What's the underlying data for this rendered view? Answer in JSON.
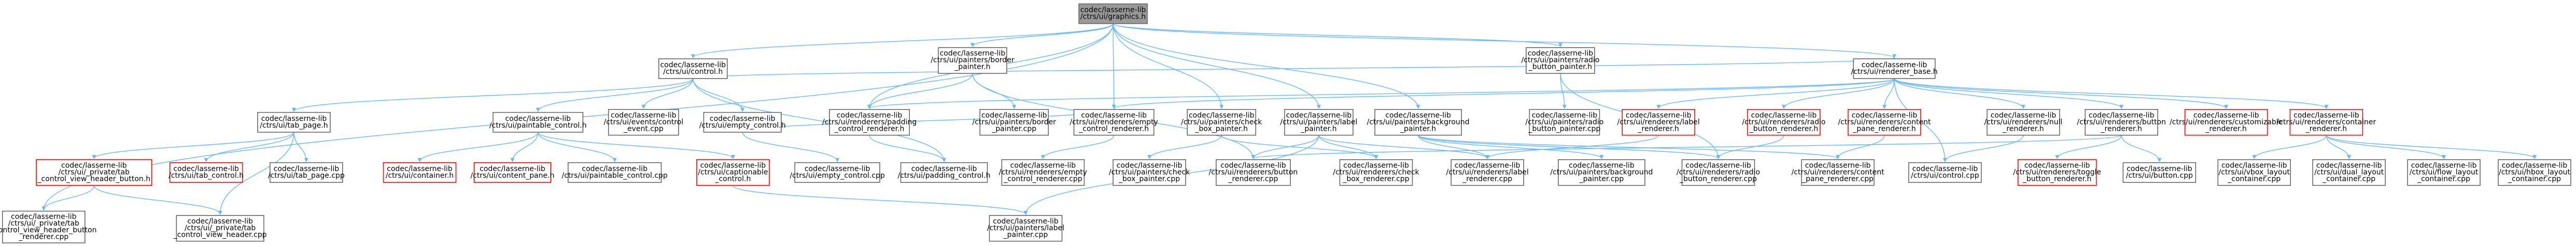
{
  "colors": {
    "background": "#ffffff",
    "root_fill": "#999999",
    "root_border": "#666666",
    "node_fill": "#ffffff",
    "node_border": "#666666",
    "missing_border": "#ff0000",
    "edge": "#63b8ff",
    "text": "#000000"
  },
  "nodes": {
    "root": {
      "lines": [
        "codec/lasserne-lib",
        "/ctrs/ui/graphics.h"
      ],
      "kind": "root"
    },
    "control_h": {
      "lines": [
        "codec/lasserne-lib",
        "/ctrs/ui/control.h"
      ],
      "kind": "normal"
    },
    "border_painter_h": {
      "lines": [
        "codec/lasserne-lib",
        "/ctrs/ui/painters/border",
        "_painter.h"
      ],
      "kind": "normal"
    },
    "radio_button_painter_h": {
      "lines": [
        "codec/lasserne-lib",
        "/ctrs/ui/painters/radio",
        "_button_painter.h"
      ],
      "kind": "normal"
    },
    "renderer_base_h": {
      "lines": [
        "codec/lasserne-lib",
        "/ctrs/ui/renderer_base.h"
      ],
      "kind": "normal"
    },
    "tab_page_h": {
      "lines": [
        "codec/lasserne-lib",
        "/ctrs/ui/tab_page.h"
      ],
      "kind": "normal"
    },
    "paintable_control_h": {
      "lines": [
        "codec/lasserne-lib",
        "/ctrs/ui/paintable_control.h"
      ],
      "kind": "normal"
    },
    "events_control_event_cpp": {
      "lines": [
        "codec/lasserne-lib",
        "/ctrs/ui/events/control",
        "_event.cpp"
      ],
      "kind": "normal"
    },
    "empty_control_h": {
      "lines": [
        "codec/lasserne-lib",
        "/ctrs/ui/empty_control.h"
      ],
      "kind": "normal"
    },
    "renderers_padding_control_renderer_h": {
      "lines": [
        "codec/lasserne-lib",
        "/ctrs/ui/renderers/padding",
        "_control_renderer.h"
      ],
      "kind": "normal"
    },
    "painters_border_painter_cpp": {
      "lines": [
        "codec/lasserne-lib",
        "/ctrs/ui/painters/border",
        "_painter.cpp"
      ],
      "kind": "normal"
    },
    "renderers_empty_control_renderer_h": {
      "lines": [
        "codec/lasserne-lib",
        "/ctrs/ui/renderers/empty",
        "_control_renderer.h"
      ],
      "kind": "normal"
    },
    "painters_check_box_painter_h": {
      "lines": [
        "codec/lasserne-lib",
        "/ctrs/ui/painters/check",
        "_box_painter.h"
      ],
      "kind": "normal"
    },
    "painters_label_painter_h": {
      "lines": [
        "codec/lasserne-lib",
        "/ctrs/ui/painters/label",
        "_painter.h"
      ],
      "kind": "normal"
    },
    "painters_background_painter_h": {
      "lines": [
        "codec/lasserne-lib",
        "/ctrs/ui/painters/background",
        "_painter.h"
      ],
      "kind": "normal"
    },
    "painters_radio_button_painter_cpp": {
      "lines": [
        "codec/lasserne-lib",
        "/ctrs/ui/painters/radio",
        "_button_painter.cpp"
      ],
      "kind": "normal"
    },
    "renderers_label_renderer_h": {
      "lines": [
        "codec/lasserne-lib",
        "/ctrs/ui/renderers/label",
        "_renderer.h"
      ],
      "kind": "missing"
    },
    "renderers_radio_button_renderer_h": {
      "lines": [
        "codec/lasserne-lib",
        "/ctrs/ui/renderers/radio",
        "_button_renderer.h"
      ],
      "kind": "missing"
    },
    "renderers_content_pane_renderer_h": {
      "lines": [
        "codec/lasserne-lib",
        "/ctrs/ui/renderers/content",
        "_pane_renderer.h"
      ],
      "kind": "missing"
    },
    "renderers_null_renderer_h": {
      "lines": [
        "codec/lasserne-lib",
        "/ctrs/ui/renderers/null",
        "_renderer.h"
      ],
      "kind": "normal"
    },
    "renderers_button_renderer_h": {
      "lines": [
        "codec/lasserne-lib",
        "/ctrs/ui/renderers/button",
        "_renderer.h"
      ],
      "kind": "normal"
    },
    "renderers_customizable_renderer_h": {
      "lines": [
        "codec/lasserne-lib",
        "/ctrs/ui/renderers/customizable",
        "_renderer.h"
      ],
      "kind": "missing"
    },
    "renderers_container_renderer_h": {
      "lines": [
        "codec/lasserne-lib",
        "/ctrs/ui/renderers/container",
        "_renderer.h"
      ],
      "kind": "missing"
    },
    "private_tab_control_view_header_button_h": {
      "lines": [
        "codec/lasserne-lib",
        "/ctrs/ui/_private/tab",
        "_control_view_header_button.h"
      ],
      "kind": "missing"
    },
    "tab_control_h": {
      "lines": [
        "codec/lasserne-lib",
        "/ctrs/ui/tab_control.h"
      ],
      "kind": "missing"
    },
    "tab_page_cpp": {
      "lines": [
        "codec/lasserne-lib",
        "/ctrs/ui/tab_page.cpp"
      ],
      "kind": "normal"
    },
    "container_h": {
      "lines": [
        "codec/lasserne-lib",
        "/ctrs/ui/container.h"
      ],
      "kind": "missing"
    },
    "content_pane_h": {
      "lines": [
        "codec/lasserne-lib",
        "/ctrs/ui/content_pane.h"
      ],
      "kind": "missing"
    },
    "paintable_control_cpp": {
      "lines": [
        "codec/lasserne-lib",
        "/ctrs/ui/paintable_control.cpp"
      ],
      "kind": "normal"
    },
    "captionable_control_h": {
      "lines": [
        "codec/lasserne-lib",
        "/ctrs/ui/captionable",
        "_control.h"
      ],
      "kind": "missing"
    },
    "empty_control_cpp": {
      "lines": [
        "codec/lasserne-lib",
        "/ctrs/ui/empty_control.cpp"
      ],
      "kind": "normal"
    },
    "padding_control_h": {
      "lines": [
        "codec/lasserne-lib",
        "/ctrs/ui/padding_control.h"
      ],
      "kind": "normal"
    },
    "renderers_empty_control_renderer_cpp": {
      "lines": [
        "codec/lasserne-lib",
        "/ctrs/ui/renderers/empty",
        "_control_renderer.cpp"
      ],
      "kind": "normal"
    },
    "painters_check_box_painter_cpp": {
      "lines": [
        "codec/lasserne-lib",
        "/ctrs/ui/painters/check",
        "_box_painter.cpp"
      ],
      "kind": "normal"
    },
    "renderers_button_renderer_cpp": {
      "lines": [
        "codec/lasserne-lib",
        "/ctrs/ui/renderers/button",
        "_renderer.cpp"
      ],
      "kind": "normal"
    },
    "renderers_check_box_renderer_cpp": {
      "lines": [
        "codec/lasserne-lib",
        "/ctrs/ui/renderers/check",
        "_box_renderer.cpp"
      ],
      "kind": "normal"
    },
    "renderers_label_renderer_cpp": {
      "lines": [
        "codec/lasserne-lib",
        "/ctrs/ui/renderers/label",
        "_renderer.cpp"
      ],
      "kind": "normal"
    },
    "painters_background_painter_cpp": {
      "lines": [
        "codec/lasserne-lib",
        "/ctrs/ui/painters/background",
        "_painter.cpp"
      ],
      "kind": "normal"
    },
    "renderers_radio_button_renderer_cpp": {
      "lines": [
        "codec/lasserne-lib",
        "/ctrs/ui/renderers/radio",
        "_button_renderer.cpp"
      ],
      "kind": "normal"
    },
    "renderers_content_pane_renderer_cpp": {
      "lines": [
        "codec/lasserne-lib",
        "/ctrs/ui/renderers/content",
        "_pane_renderer.cpp"
      ],
      "kind": "normal"
    },
    "control_cpp": {
      "lines": [
        "codec/lasserne-lib",
        "/ctrs/ui/control.cpp"
      ],
      "kind": "normal"
    },
    "renderers_toggle_button_renderer_h": {
      "lines": [
        "codec/lasserne-lib",
        "/ctrs/ui/renderers/toggle",
        "_button_renderer.h"
      ],
      "kind": "missing"
    },
    "button_cpp": {
      "lines": [
        "codec/lasserne-lib",
        "/ctrs/ui/button.cpp"
      ],
      "kind": "normal"
    },
    "vbox_layout_container_cpp": {
      "lines": [
        "codec/lasserne-lib",
        "/ctrs/ui/vbox_layout",
        "_container.cpp"
      ],
      "kind": "normal"
    },
    "dual_layout_container_cpp": {
      "lines": [
        "codec/lasserne-lib",
        "/ctrs/ui/dual_layout",
        "_container.cpp"
      ],
      "kind": "normal"
    },
    "flow_layout_container_cpp": {
      "lines": [
        "codec/lasserne-lib",
        "/ctrs/ui/flow_layout",
        "_container.cpp"
      ],
      "kind": "normal"
    },
    "hbox_layout_container_cpp": {
      "lines": [
        "codec/lasserne-lib",
        "/ctrs/ui/hbox_layout",
        "_container.cpp"
      ],
      "kind": "normal"
    },
    "private_tab_control_view_header_button_renderer_cpp": {
      "lines": [
        "codec/lasserne-lib",
        "/ctrs/ui/_private/tab",
        "_control_view_header_button",
        "_renderer.cpp"
      ],
      "kind": "normal"
    },
    "private_tab_control_view_header_cpp": {
      "lines": [
        "codec/lasserne-lib",
        "/ctrs/ui/_private/tab",
        "_control_view_header.cpp"
      ],
      "kind": "normal"
    },
    "painters_label_painter_cpp": {
      "lines": [
        "codec/lasserne-lib",
        "/ctrs/ui/painters/label",
        "_painter.cpp"
      ],
      "kind": "normal"
    }
  },
  "edges": [
    [
      "root",
      "control_h"
    ],
    [
      "root",
      "border_painter_h"
    ],
    [
      "root",
      "radio_button_painter_h"
    ],
    [
      "root",
      "renderer_base_h"
    ],
    [
      "root",
      "painters_check_box_painter_h"
    ],
    [
      "root",
      "painters_label_painter_h"
    ],
    [
      "root",
      "painters_background_painter_h"
    ],
    [
      "root",
      "renderers_padding_control_renderer_h"
    ],
    [
      "root",
      "renderers_empty_control_renderer_h"
    ],
    [
      "root",
      "private_tab_control_view_header_button_renderer_cpp"
    ],
    [
      "control_h",
      "tab_page_h"
    ],
    [
      "control_h",
      "paintable_control_h"
    ],
    [
      "control_h",
      "events_control_event_cpp"
    ],
    [
      "control_h",
      "empty_control_h"
    ],
    [
      "control_h",
      "renderer_base_h"
    ],
    [
      "control_h",
      "padding_control_h"
    ],
    [
      "border_painter_h",
      "painters_border_painter_cpp"
    ],
    [
      "border_painter_h",
      "renderers_padding_control_renderer_h"
    ],
    [
      "border_painter_h",
      "renderers_button_renderer_cpp"
    ],
    [
      "radio_button_painter_h",
      "painters_radio_button_painter_cpp"
    ],
    [
      "radio_button_painter_h",
      "renderers_radio_button_renderer_cpp"
    ],
    [
      "renderer_base_h",
      "renderers_padding_control_renderer_h"
    ],
    [
      "renderer_base_h",
      "renderers_label_renderer_h"
    ],
    [
      "renderer_base_h",
      "renderers_radio_button_renderer_h"
    ],
    [
      "renderer_base_h",
      "renderers_content_pane_renderer_h"
    ],
    [
      "renderer_base_h",
      "renderers_null_renderer_h"
    ],
    [
      "renderer_base_h",
      "renderers_button_renderer_h"
    ],
    [
      "renderer_base_h",
      "renderers_customizable_renderer_h"
    ],
    [
      "renderer_base_h",
      "renderers_container_renderer_h"
    ],
    [
      "renderer_base_h",
      "renderers_empty_control_renderer_h"
    ],
    [
      "renderer_base_h",
      "control_cpp"
    ],
    [
      "tab_page_h",
      "private_tab_control_view_header_button_h"
    ],
    [
      "tab_page_h",
      "tab_control_h"
    ],
    [
      "tab_page_h",
      "tab_page_cpp"
    ],
    [
      "tab_page_h",
      "private_tab_control_view_header_cpp"
    ],
    [
      "paintable_control_h",
      "container_h"
    ],
    [
      "paintable_control_h",
      "content_pane_h"
    ],
    [
      "paintable_control_h",
      "paintable_control_cpp"
    ],
    [
      "paintable_control_h",
      "captionable_control_h"
    ],
    [
      "empty_control_h",
      "empty_control_cpp"
    ],
    [
      "empty_control_h",
      "renderers_empty_control_renderer_h"
    ],
    [
      "renderers_padding_control_renderer_h",
      "padding_control_h"
    ],
    [
      "renderers_empty_control_renderer_h",
      "renderers_empty_control_renderer_cpp"
    ],
    [
      "painters_check_box_painter_h",
      "painters_check_box_painter_cpp"
    ],
    [
      "painters_check_box_painter_h",
      "renderers_check_box_renderer_cpp"
    ],
    [
      "painters_label_painter_h",
      "renderers_button_renderer_cpp"
    ],
    [
      "painters_label_painter_h",
      "renderers_check_box_renderer_cpp"
    ],
    [
      "painters_label_painter_h",
      "renderers_label_renderer_cpp"
    ],
    [
      "painters_label_painter_h",
      "painters_label_painter_cpp"
    ],
    [
      "painters_background_painter_h",
      "painters_background_painter_cpp"
    ],
    [
      "painters_background_painter_h",
      "renderers_radio_button_renderer_cpp"
    ],
    [
      "painters_background_painter_h",
      "renderers_content_pane_renderer_cpp"
    ],
    [
      "painters_background_painter_h",
      "renderers_label_renderer_cpp"
    ],
    [
      "renderers_label_renderer_h",
      "renderers_label_renderer_cpp"
    ],
    [
      "renderers_radio_button_renderer_h",
      "renderers_radio_button_renderer_cpp"
    ],
    [
      "renderers_content_pane_renderer_h",
      "renderers_content_pane_renderer_cpp"
    ],
    [
      "renderers_null_renderer_h",
      "control_cpp"
    ],
    [
      "renderers_button_renderer_h",
      "renderers_toggle_button_renderer_h"
    ],
    [
      "renderers_button_renderer_h",
      "button_cpp"
    ],
    [
      "renderers_button_renderer_h",
      "renderers_button_renderer_cpp"
    ],
    [
      "renderers_container_renderer_h",
      "vbox_layout_container_cpp"
    ],
    [
      "renderers_container_renderer_h",
      "dual_layout_container_cpp"
    ],
    [
      "renderers_container_renderer_h",
      "flow_layout_container_cpp"
    ],
    [
      "renderers_container_renderer_h",
      "hbox_layout_container_cpp"
    ],
    [
      "private_tab_control_view_header_button_h",
      "private_tab_control_view_header_button_renderer_cpp"
    ],
    [
      "private_tab_control_view_header_button_h",
      "private_tab_control_view_header_cpp"
    ],
    [
      "captionable_control_h",
      "painters_label_painter_cpp"
    ]
  ]
}
